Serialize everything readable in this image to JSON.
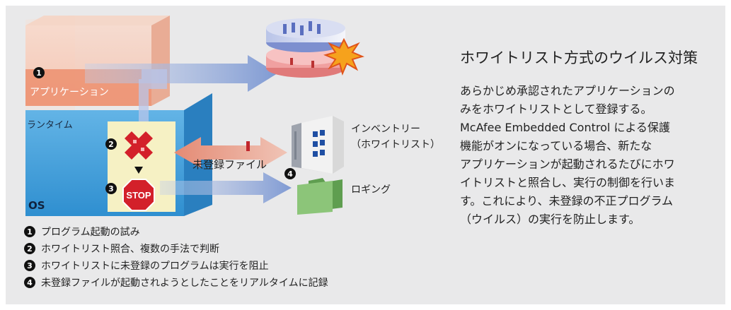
{
  "diagram": {
    "app_label": "アプリケーション",
    "runtime_label": "ランタイム",
    "os_label": "OS",
    "unregistered_file_label": "未登録ファイル",
    "inventory_label_line1": "インベントリー",
    "inventory_label_line2": "（ホワイトリスト）",
    "logging_label": "ロギング",
    "stop_sign_text": "STOP",
    "markers": [
      "1",
      "2",
      "3",
      "4"
    ]
  },
  "legend": [
    {
      "num": "1",
      "text": "プログラム起動の試み"
    },
    {
      "num": "2",
      "text": "ホワイトリスト照合、複数の手法で判断"
    },
    {
      "num": "3",
      "text": "ホワイトリストに未登録のプログラムは実行を阻止"
    },
    {
      "num": "4",
      "text": "未登録ファイルが起動されようとしたことをリアルタイムに記録"
    }
  ],
  "side": {
    "title": "ホワイトリスト方式のウイルス対策",
    "body": "あらかじめ承認されたアプリケーションの\nみをホワイトリストとして登録する。\nMcAfee Embedded Control による保護\n機能がオンになっている場合、新たな\nアプリケーションが起動されるたびにホワ\nイトリストと照合し、実行の制御を行いま\nす。これにより、未登録の不正プログラム\n（ウイルス）の実行を防止します。"
  },
  "colors": {
    "background": "#e9e9ea",
    "os_box": "#4aa3dc",
    "app_box": "#f2a083",
    "arrow_blue": "#8aa6d8",
    "arrow_pink": "#e89a86",
    "stop_red": "#d3202a",
    "folder_green": "#7fba6c"
  }
}
